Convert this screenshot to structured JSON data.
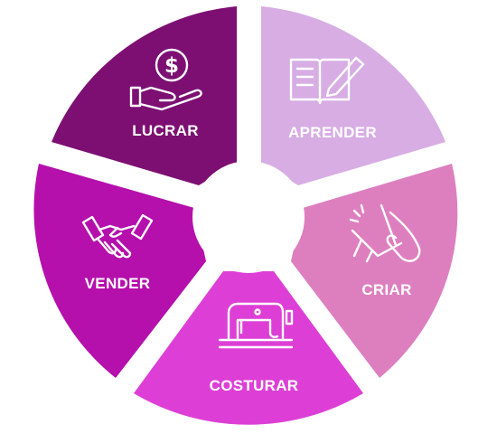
{
  "diagram": {
    "segments": [
      {
        "id": "lucrar",
        "label": "LUCRAR",
        "icon": "money-hand-icon",
        "color": "#7d0f73"
      },
      {
        "id": "aprender",
        "label": "APRENDER",
        "icon": "book-pencil-icon",
        "color": "#d7ade4"
      },
      {
        "id": "criar",
        "label": "CRIAR",
        "icon": "hand-drawing-icon",
        "color": "#dd7fbf"
      },
      {
        "id": "costurar",
        "label": "COSTURAR",
        "icon": "sewing-machine-icon",
        "color": "#dd3fd6"
      },
      {
        "id": "vender",
        "label": "VENDER",
        "icon": "handshake-icon",
        "color": "#b50fac"
      }
    ],
    "center_color": "#ffffff"
  }
}
